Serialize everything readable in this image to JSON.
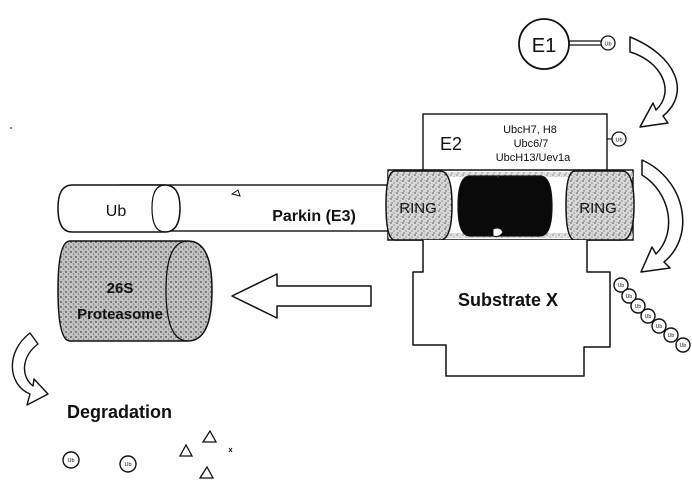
{
  "labels": {
    "e1": "E1",
    "ub_small": "Ub",
    "e2": "E2",
    "e2_members": [
      "UbcH7, H8",
      "Ubc6/7",
      "UbcH13/Uev1a"
    ],
    "ring": "RING",
    "ub_domain": "Ub",
    "parkin": "Parkin (E3)",
    "proteasome": [
      "26S",
      "Proteasome"
    ],
    "substrate": "Substrate X",
    "degradation": "Degradation"
  },
  "colors": {
    "ink": "#111111",
    "stipple_fill": "#cfcfcf",
    "core_black": "#0a0a0a",
    "background": "#ffffff"
  },
  "icons": [
    "curved-arrow-icon",
    "hollow-block-arrow-icon",
    "ubiquitin-bead-icon",
    "peptide-triangle-icon"
  ]
}
